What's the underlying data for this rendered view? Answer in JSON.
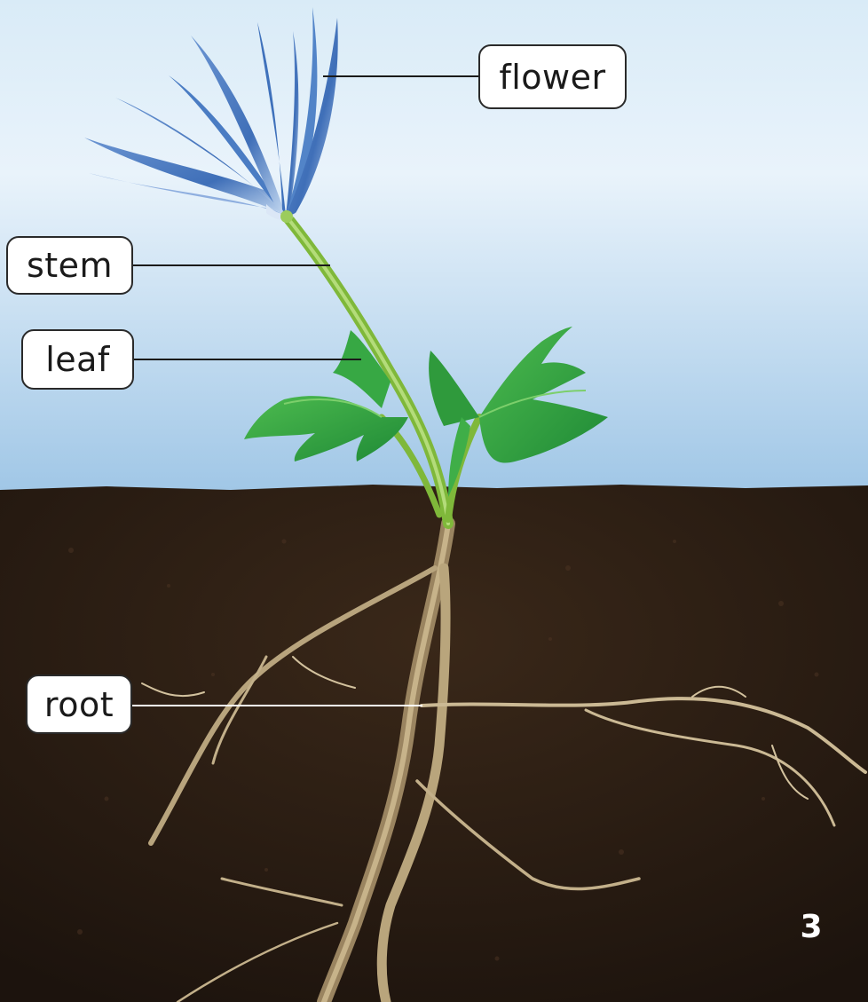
{
  "labels": {
    "flower": "flower",
    "stem": "stem",
    "leaf": "leaf",
    "root": "root"
  },
  "page_number": "3",
  "colors": {
    "sky_top": "#a7cdea",
    "sky_bottom": "#e8f3fb",
    "soil": "#2e1f15",
    "soil_dark": "#1b120c",
    "petal": "#4f7fc4",
    "petal_light": "#c6d8f0",
    "stem": "#8cc63f",
    "leaf": "#2f9a3c",
    "leaf_light": "#5cc25a",
    "root": "#a8916a",
    "root_light": "#d9c9a6",
    "leader_dark": "#1a1a1a",
    "leader_light": "#ffffff",
    "page_number": "#ffffff"
  }
}
